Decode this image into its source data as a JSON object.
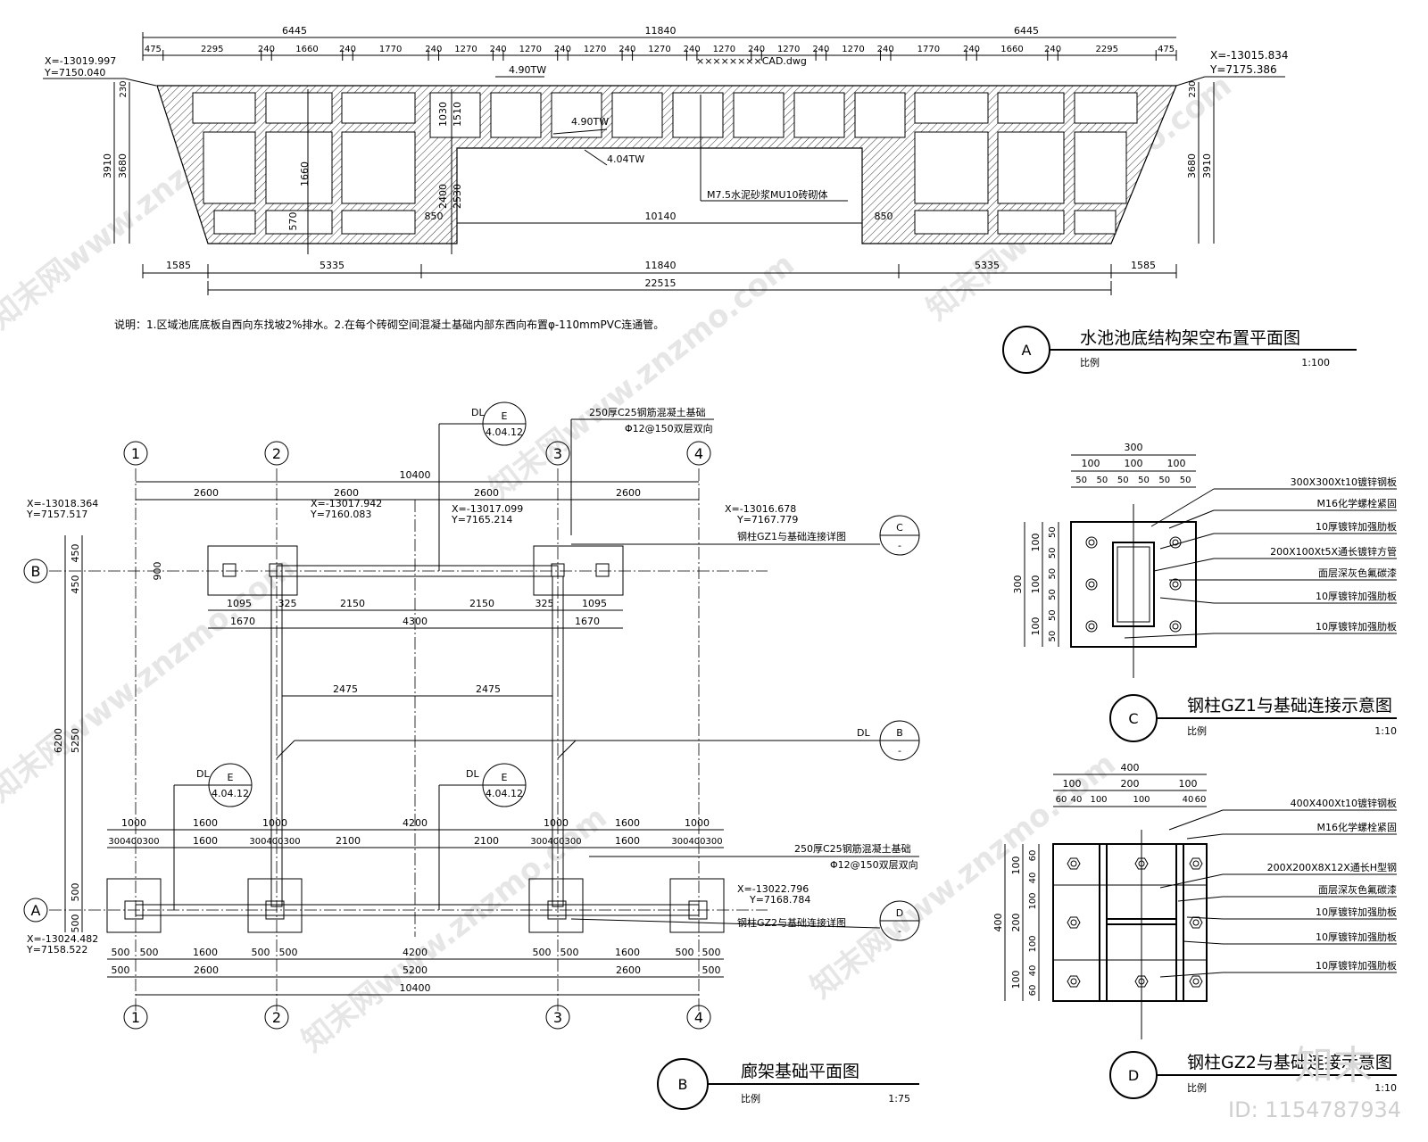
{
  "plan_a": {
    "bubble": "A",
    "title": "水池池底结构架空布置平面图",
    "scale_label": "比例",
    "scale": "1:100",
    "note": "说明：1.区域池底底板自西向东找坡2%排水。2.在每个砖砌空间混凝土基础内部东西向布置φ-110mmPVC连通管。",
    "top_dims_overall": [
      "6445",
      "11840",
      "6445"
    ],
    "top_dims": [
      "475",
      "2295",
      "240",
      "1660",
      "240",
      "1770",
      "240",
      "1270",
      "240",
      "1270",
      "240",
      "1270",
      "240",
      "1270",
      "240",
      "1270",
      "240",
      "1270",
      "240",
      "1270",
      "240",
      "1770",
      "240",
      "1660",
      "240",
      "2295",
      "475"
    ],
    "bottom_dims": [
      "1585",
      "5335",
      "11840",
      "5335",
      "1585"
    ],
    "bottom_total": "22515",
    "inner_dim": "10140",
    "coord_left": [
      "X=-13019.997",
      "Y=7150.040"
    ],
    "coord_right": [
      "X=-13015.834",
      "Y=7175.386"
    ],
    "left_dims": [
      "3910",
      "3680",
      "230"
    ],
    "right_dims": [
      "3680",
      "3910",
      "230"
    ],
    "mid_dims": [
      "1030",
      "1510",
      "1660",
      "2400",
      "2530",
      "570",
      "850",
      "850"
    ],
    "labels": [
      "4.90TW",
      "4.90TW",
      "4.04TW",
      "M7.5水泥砂浆MU10砖砌体",
      "××××××××CAD.dwg"
    ]
  },
  "plan_b": {
    "bubble": "B",
    "title": "廊架基础平面图",
    "scale_label": "比例",
    "scale": "1:75",
    "axes_top": [
      "1",
      "2",
      "3",
      "4"
    ],
    "axes_side": [
      "A",
      "B"
    ],
    "top_total": "10400",
    "top_spans": [
      "2600",
      "2600",
      "2600",
      "2600"
    ],
    "row_b_dims": [
      "1095",
      "325",
      "2150",
      "2150",
      "325",
      "1095"
    ],
    "row_b_dims2": [
      "1670",
      "4300",
      "1670"
    ],
    "mid_dims": [
      "2475",
      "2475"
    ],
    "side_dims": [
      "6200",
      "5250",
      "450",
      "450",
      "500",
      "500",
      "900"
    ],
    "row_a_top": [
      "1000",
      "1600",
      "1000",
      "4200",
      "1000",
      "1600",
      "1000"
    ],
    "row_a_top2": [
      "300400300",
      "1600",
      "300400300",
      "2100",
      "2100",
      "300400300",
      "1600",
      "300400300"
    ],
    "row_a_bottom": [
      "500",
      "500",
      "1600",
      "500",
      "500",
      "4200",
      "500",
      "500",
      "1600",
      "500",
      "500"
    ],
    "row_a_bottom2": [
      "500",
      "2600",
      "5200",
      "2600",
      "500"
    ],
    "bottom_total": "10400",
    "coords": [
      [
        "X=-13018.364",
        "Y=7157.517"
      ],
      [
        "X=-13017.942",
        "Y=7160.083"
      ],
      [
        "X=-13017.099",
        "Y=7165.214"
      ],
      [
        "X=-13016.678",
        "Y=7167.779"
      ],
      [
        "X=-13022.796",
        "Y=7168.784"
      ],
      [
        "X=-13024.482",
        "Y=7158.522"
      ]
    ],
    "callouts": [
      {
        "ref": "E",
        "sheet": "4.04.12",
        "tag": "DL"
      },
      {
        "ref": "E",
        "sheet": "4.04.12",
        "tag": "DL"
      },
      {
        "ref": "E",
        "sheet": "4.04.12",
        "tag": "DL"
      },
      {
        "ref": "B",
        "sheet": "-",
        "tag": "DL"
      },
      {
        "ref": "C",
        "sheet": "-",
        "tag": ""
      },
      {
        "ref": "D",
        "sheet": "-",
        "tag": ""
      }
    ],
    "notes": [
      "250厚C25钢筋混凝土基础",
      "Φ12@150双层双向",
      "钢柱GZ1与基础连接详图",
      "250厚C25钢筋混凝土基础",
      "Φ12@150双层双向",
      "钢柱GZ2与基础连接详图"
    ]
  },
  "detail_c": {
    "bubble": "C",
    "title": "钢柱GZ1与基础连接示意图",
    "scale_label": "比例",
    "scale": "1:10",
    "top_dims": [
      "300",
      "100",
      "100",
      "100",
      "50",
      "50",
      "50",
      "50",
      "50",
      "50"
    ],
    "side_dims": [
      "300",
      "100",
      "100",
      "100",
      "50",
      "50",
      "50",
      "50",
      "50",
      "50"
    ],
    "labels": [
      "300X300Xt10镀锌钢板",
      "M16化学螺栓紧固",
      "10厚镀锌加强肋板",
      "200X100Xt5X通长镀锌方管",
      "面层深灰色氟碳漆",
      "10厚镀锌加强肋板",
      "10厚镀锌加强肋板"
    ]
  },
  "detail_d": {
    "bubble": "D",
    "title": "钢柱GZ2与基础连接示意图",
    "scale_label": "比例",
    "scale": "1:10",
    "top_dims": [
      "400",
      "100",
      "200",
      "100",
      "60",
      "40",
      "100",
      "100",
      "40",
      "60"
    ],
    "side_dims": [
      "400",
      "100",
      "200",
      "100",
      "60",
      "40",
      "100",
      "100",
      "40",
      "60"
    ],
    "labels": [
      "400X400Xt10镀锌钢板",
      "M16化学螺栓紧固",
      "200X200X8X12X通长H型钢",
      "面层深灰色氟碳漆",
      "10厚镀锌加强肋板",
      "10厚镀锌加强肋板",
      "10厚镀锌加强肋板"
    ]
  },
  "watermark": {
    "text": "知末网www.znzmo.com",
    "logo": "知末",
    "id": "ID: 1154787934"
  }
}
